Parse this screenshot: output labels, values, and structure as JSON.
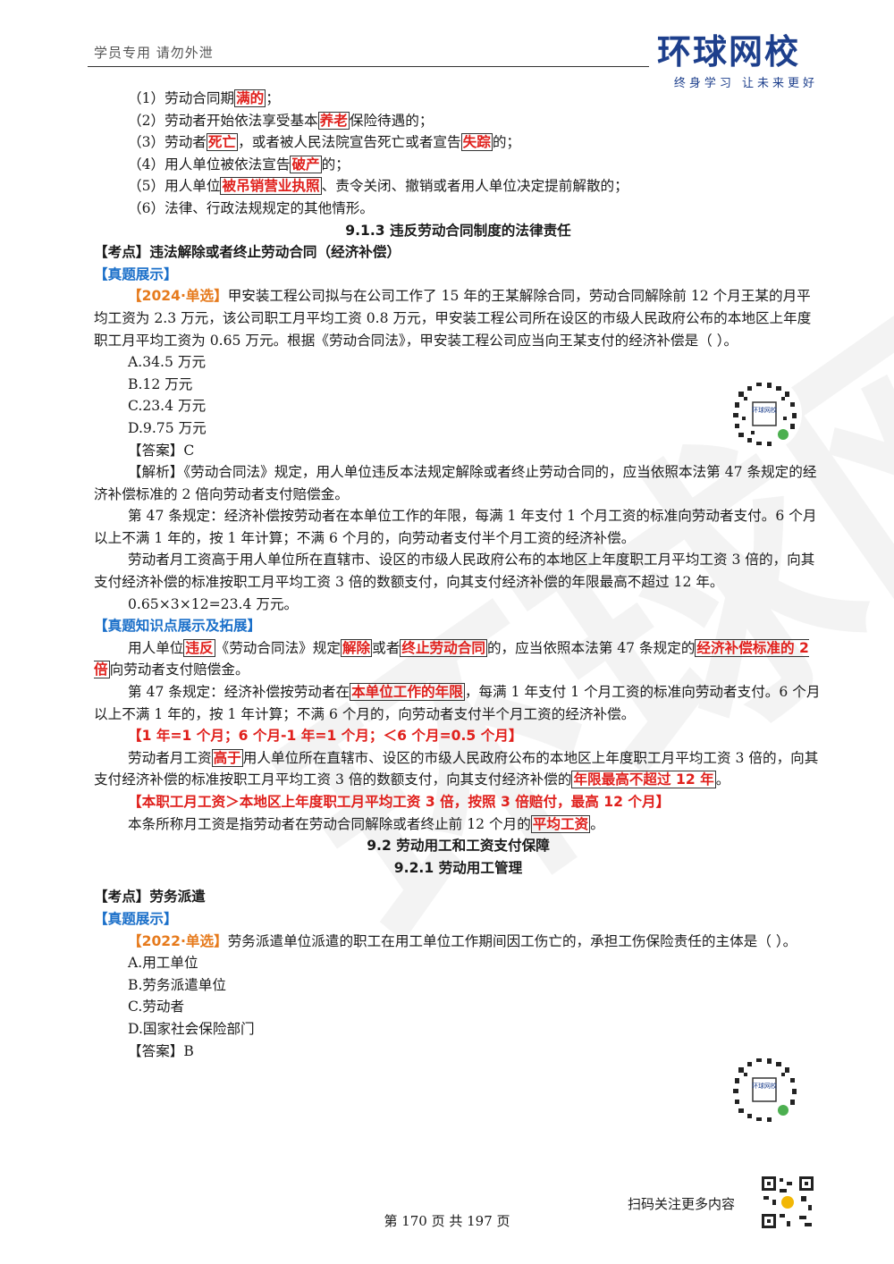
{
  "header": {
    "left_text": "学员专用 请勿外泄",
    "logo_main": "环球网校",
    "logo_sub": "终身学习 让未来更好",
    "qr_label": "环球网校"
  },
  "watermark": "环球网校",
  "lines": {
    "l1": [
      "（1）劳动合同期",
      "满的",
      "；"
    ],
    "l2": [
      "（2）劳动者开始依法享受基本",
      "养老",
      "保险待遇的；"
    ],
    "l3": [
      "（3）劳动者",
      "死亡",
      "，或者被人民法院宣告死亡或者宣告",
      "失踪",
      "的；"
    ],
    "l4": [
      "（4）用人单位被依法宣告",
      "破产",
      "的；"
    ],
    "l5": [
      "（5）用人单位",
      "被吊销营业执照",
      "、责令关闭、撤销或者用人单位决定提前解散的；"
    ],
    "l6": "（6）法律、行政法规规定的其他情形。",
    "sec913": "9.1.3 违反劳动合同制度的法律责任",
    "kd1": "【考点】违法解除或者终止劳动合同（经济补偿）",
    "zt1": "【真题展示】",
    "q1_tag": "【2024·单选】",
    "q1_text": "甲安装工程公司拟与在公司工作了 15 年的王某解除合同，劳动合同解除前 12 个月王某的月平均工资为 2.3 万元，该公司职工月平均工资 0.8 万元，甲安装工程公司所在设区的市级人民政府公布的本地区上年度职工月平均工资为 0.65 万元。根据《劳动合同法》，甲安装工程公司应当向王某支付的经济补偿是（ ）。",
    "q1_options": [
      "A.34.5 万元",
      "B.12 万元",
      "C.23.4 万元",
      "D.9.75 万元"
    ],
    "q1_answer": "【答案】C",
    "jx1": "【解析】《劳动合同法》规定，用人单位违反本法规定解除或者终止劳动合同的，应当依照本法第 47 条规定的经济补偿标准的 2 倍向劳动者支付赔偿金。",
    "jx2": "第 47 条规定：经济补偿按劳动者在本单位工作的年限，每满 1 年支付 1 个月工资的标准向劳动者支付。6 个月以上不满 1 年的，按 1 年计算；不满 6 个月的，向劳动者支付半个月工资的经济补偿。",
    "jx3": "劳动者月工资高于用人单位所在直辖市、设区的市级人民政府公布的本地区上年度职工月平均工资 3 倍的，向其支付经济补偿的标准按职工月平均工资 3 倍的数额支付，向其支付经济补偿的年限最高不超过 12 年。",
    "jx4": "0.65×3×12=23.4 万元。",
    "zs1": "【真题知识点展示及拓展】",
    "k1": [
      "用人单位",
      "违反",
      "《劳动合同法》规定",
      "解除",
      "或者",
      "终止劳动合同",
      "的，应当依照本法第 47 条规定的",
      "经济补偿标准的 2 倍",
      "向劳动者支付赔偿金。"
    ],
    "k2": [
      "第 47 条规定：经济补偿按劳动者在",
      "本单位工作的年限",
      "，每满 1 年支付 1 个月工资的标准向劳动者支付。6 个月以上不满 1 年的，按 1 年计算；不满 6 个月的，向劳动者支付半个月工资的经济补偿。"
    ],
    "k3": "【1 年=1 个月；6 个月-1 年=1 个月；＜6 个月=0.5 个月】",
    "k4": [
      "劳动者月工资",
      "高于",
      "用人单位所在直辖市、设区的市级人民政府公布的本地区上年度职工月平均工资 3 倍的，向其支付经济补偿的标准按职工月平均工资 3 倍的数额支付，向其支付经济补偿的",
      "年限最高不超过 12 年",
      "。"
    ],
    "k5": "【本职工月工资＞本地区上年度职工月平均工资 3 倍，按照 3 倍赔付，最高 12 个月】",
    "k6": [
      "本条所称月工资是指劳动者在劳动合同解除或者终止前 12 个月的",
      "平均工资",
      "。"
    ],
    "sec92": "9.2 劳动用工和工资支付保障",
    "sec921": "9.2.1 劳动用工管理",
    "kd2": "【考点】劳务派遣",
    "zt2": "【真题展示】",
    "q2_tag": "【2022·单选】",
    "q2_text": "劳务派遣单位派遣的职工在用工单位工作期间因工伤亡的，承担工伤保险责任的主体是（ ）。",
    "q2_options": [
      "A.用工单位",
      "B.劳务派遣单位",
      "C.劳动者",
      "D.国家社会保险部门"
    ],
    "q2_answer": "【答案】B"
  },
  "footer": {
    "page_text": "第 170 页 共 197 页",
    "scan_text": "扫码关注更多内容"
  }
}
